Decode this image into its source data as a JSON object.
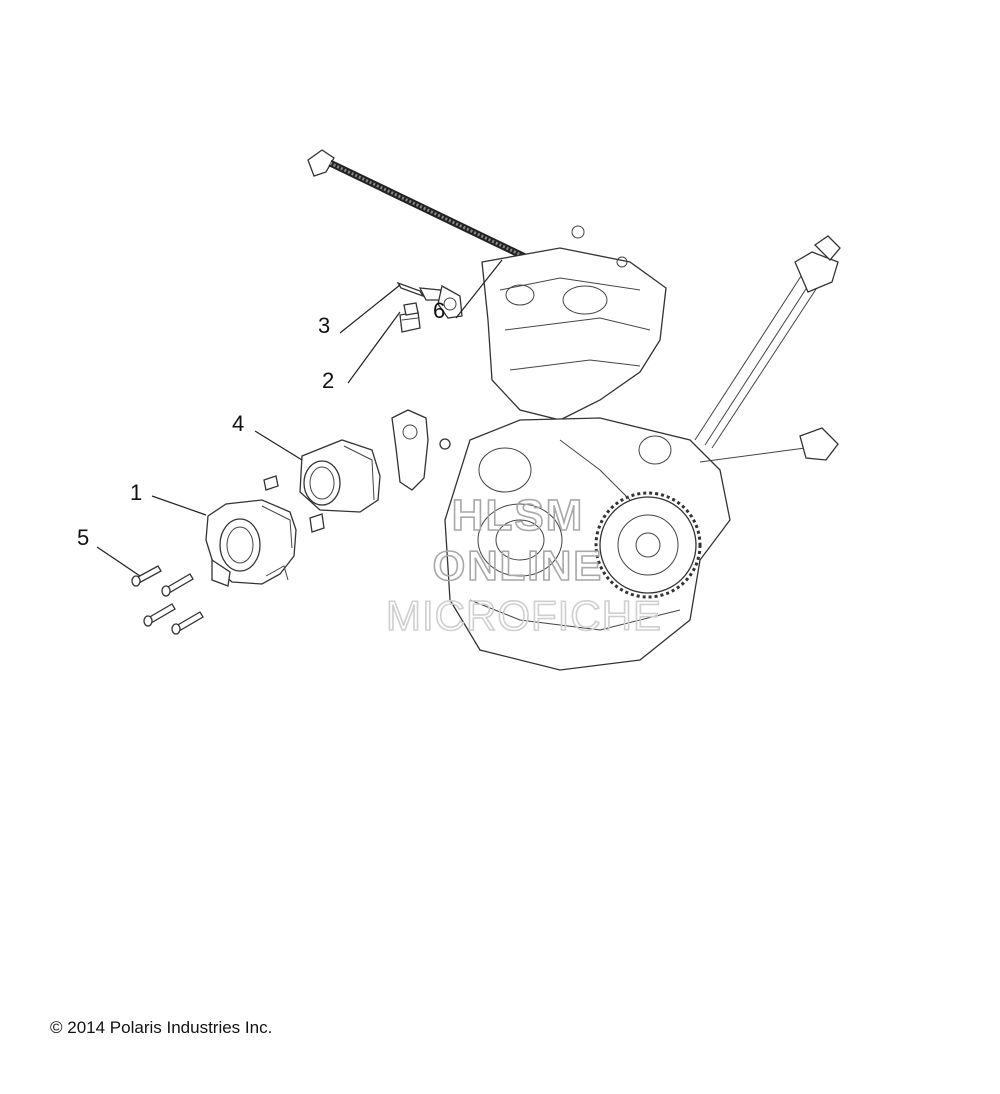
{
  "callouts": {
    "c1": "1",
    "c2": "2",
    "c3": "3",
    "c4": "4",
    "c5": "5",
    "c6": "6"
  },
  "watermark": {
    "line1": "HLSM",
    "line2": "ONLINE",
    "line3": "MICROFICHE"
  },
  "copyright": "© 2014 Polaris Industries Inc."
}
